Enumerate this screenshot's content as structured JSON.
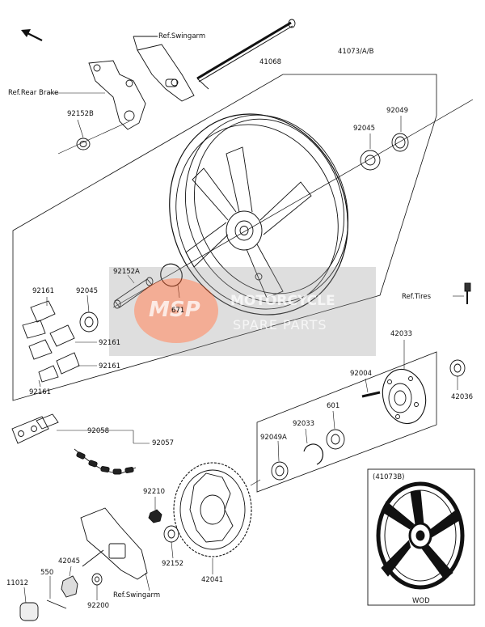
{
  "refs": {
    "swingarm_top": "Ref.Swingarm",
    "rear_brake": "Ref.Rear Brake",
    "tires": "Ref.Tires",
    "swingarm_bottom": "Ref.Swingarm"
  },
  "parts": {
    "p41068": "41068",
    "p41073": "41073/A/B",
    "p92152B": "92152B",
    "p92049": "92049",
    "p92045_top": "92045",
    "p92161_a": "92161",
    "p92045_mid": "92045",
    "p92152A": "92152A",
    "p671": "671",
    "p92161_b": "92161",
    "p92161_c": "92161",
    "p92161_d": "92161",
    "p42033": "42033",
    "p92004": "92004",
    "p601": "601",
    "p42036": "42036",
    "p92033": "92033",
    "p92049A": "92049A",
    "p92058": "92058",
    "p92057": "92057",
    "p92210": "92210",
    "p92152": "92152",
    "p42041": "42041",
    "p42045": "42045",
    "p550": "550",
    "p11012": "11012",
    "p92200": "92200"
  },
  "inset": {
    "title": "(41073B)",
    "caption": "WOD"
  },
  "watermark": {
    "logo": "MSP",
    "line1": "MOTORCYCLE",
    "line2": "SPARE PARTS",
    "color": "#f05a28"
  }
}
